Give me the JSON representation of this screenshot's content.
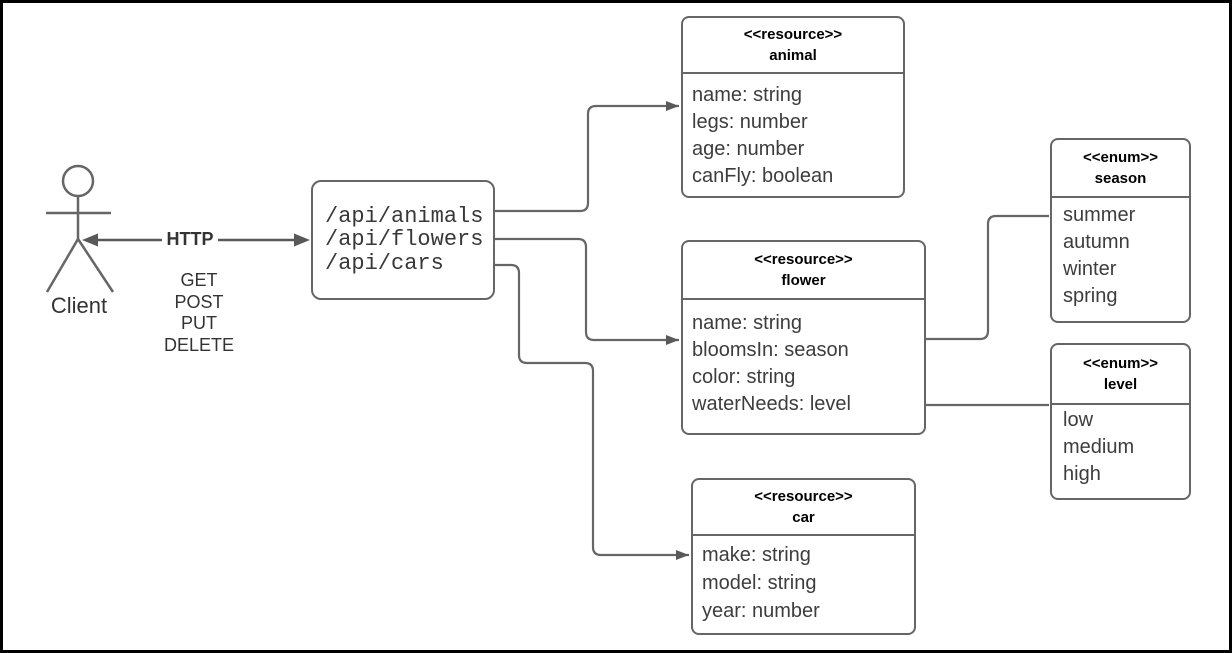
{
  "client": {
    "label": "Client"
  },
  "http_link": {
    "label": "HTTP",
    "methods": [
      "GET",
      "POST",
      "PUT",
      "DELETE"
    ]
  },
  "api_box": {
    "endpoints": [
      "/api/animals",
      "/api/flowers",
      "/api/cars"
    ]
  },
  "resources": {
    "animal": {
      "stereotype": "<<resource>>",
      "name": "animal",
      "attributes": [
        "name: string",
        "legs: number",
        "age: number",
        "canFly: boolean"
      ]
    },
    "flower": {
      "stereotype": "<<resource>>",
      "name": "flower",
      "attributes": [
        "name: string",
        "bloomsIn: season",
        "color: string",
        "waterNeeds: level"
      ]
    },
    "car": {
      "stereotype": "<<resource>>",
      "name": "car",
      "attributes": [
        "make: string",
        "model: string",
        "year: number"
      ]
    }
  },
  "enums": {
    "season": {
      "stereotype": "<<enum>>",
      "name": "season",
      "values": [
        "summer",
        "autumn",
        "winter",
        "spring"
      ]
    },
    "level": {
      "stereotype": "<<enum>>",
      "name": "level",
      "values": [
        "low",
        "medium",
        "high"
      ]
    }
  },
  "colors": {
    "shape_stroke": "#666666",
    "arrow_fill": "#595959",
    "attribute_text": "#3d3d3d",
    "header_text": "#000000",
    "background": "#ffffff",
    "outer_border": "#000000"
  }
}
